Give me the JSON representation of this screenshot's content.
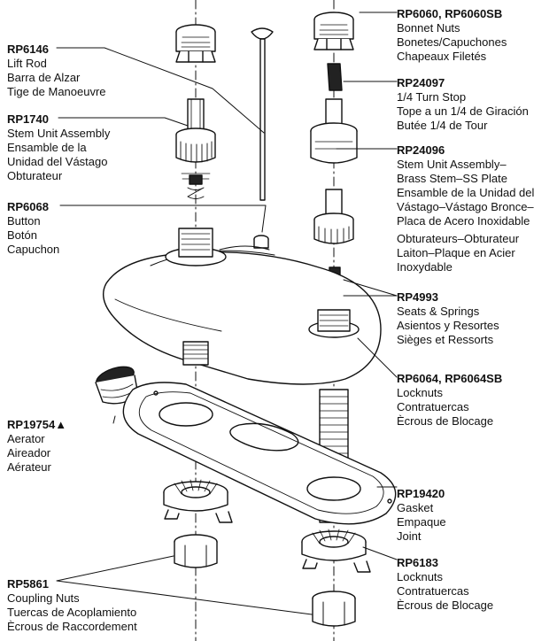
{
  "parts": {
    "bonnet_nuts": {
      "code": "RP6060, RP6060SB",
      "lines": [
        "Bonnet Nuts",
        "Bonetes/Capuchones",
        "Chapeaux Filetés"
      ]
    },
    "lift_rod": {
      "code": "RP6146",
      "lines": [
        "Lift Rod",
        "Barra de Alzar",
        "Tige de Manoeuvre"
      ]
    },
    "turn_stop": {
      "code": "RP24097",
      "lines": [
        "1/4 Turn Stop",
        "Tope a un 1/4 de Giración",
        "Butée 1/4 de Tour"
      ]
    },
    "stem_unit_left": {
      "code": "RP1740",
      "lines": [
        "Stem Unit Assembly",
        "Ensamble de la",
        "Unidad del Vástago",
        "Obturateur"
      ]
    },
    "stem_unit_right": {
      "code": "RP24096",
      "lines": [
        "Stem Unit Assembly–",
        "Brass Stem–SS Plate",
        "Ensamble de la Unidad del",
        "Vástago–Vástago Bronce–",
        "Placa de Acero Inoxidable",
        "Obturateurs–Obturateur",
        "Laiton–Plaque en Acier",
        "Inoxydable"
      ]
    },
    "button": {
      "code": "RP6068",
      "lines": [
        "Button",
        "Botón",
        "Capuchon"
      ]
    },
    "seats_springs": {
      "code": "RP4993",
      "lines": [
        "Seats & Springs",
        "Asientos y Resortes",
        "Sièges et Ressorts"
      ]
    },
    "locknuts_top": {
      "code": "RP6064, RP6064SB",
      "lines": [
        "Locknuts",
        "Contratuercas",
        "Ècrous de Blocage"
      ]
    },
    "aerator": {
      "code": "RP19754▲",
      "lines": [
        "Aerator",
        "Aireador",
        "Aérateur"
      ]
    },
    "gasket": {
      "code": "RP19420",
      "lines": [
        "Gasket",
        "Empaque",
        "Joint"
      ]
    },
    "locknuts_bottom": {
      "code": "RP6183",
      "lines": [
        "Locknuts",
        "Contratuercas",
        "Ècrous de Blocage"
      ]
    },
    "coupling_nuts": {
      "code": "RP5861",
      "lines": [
        "Coupling Nuts",
        "Tuercas de Acoplamiento",
        "Ècrous de Raccordement"
      ]
    }
  }
}
